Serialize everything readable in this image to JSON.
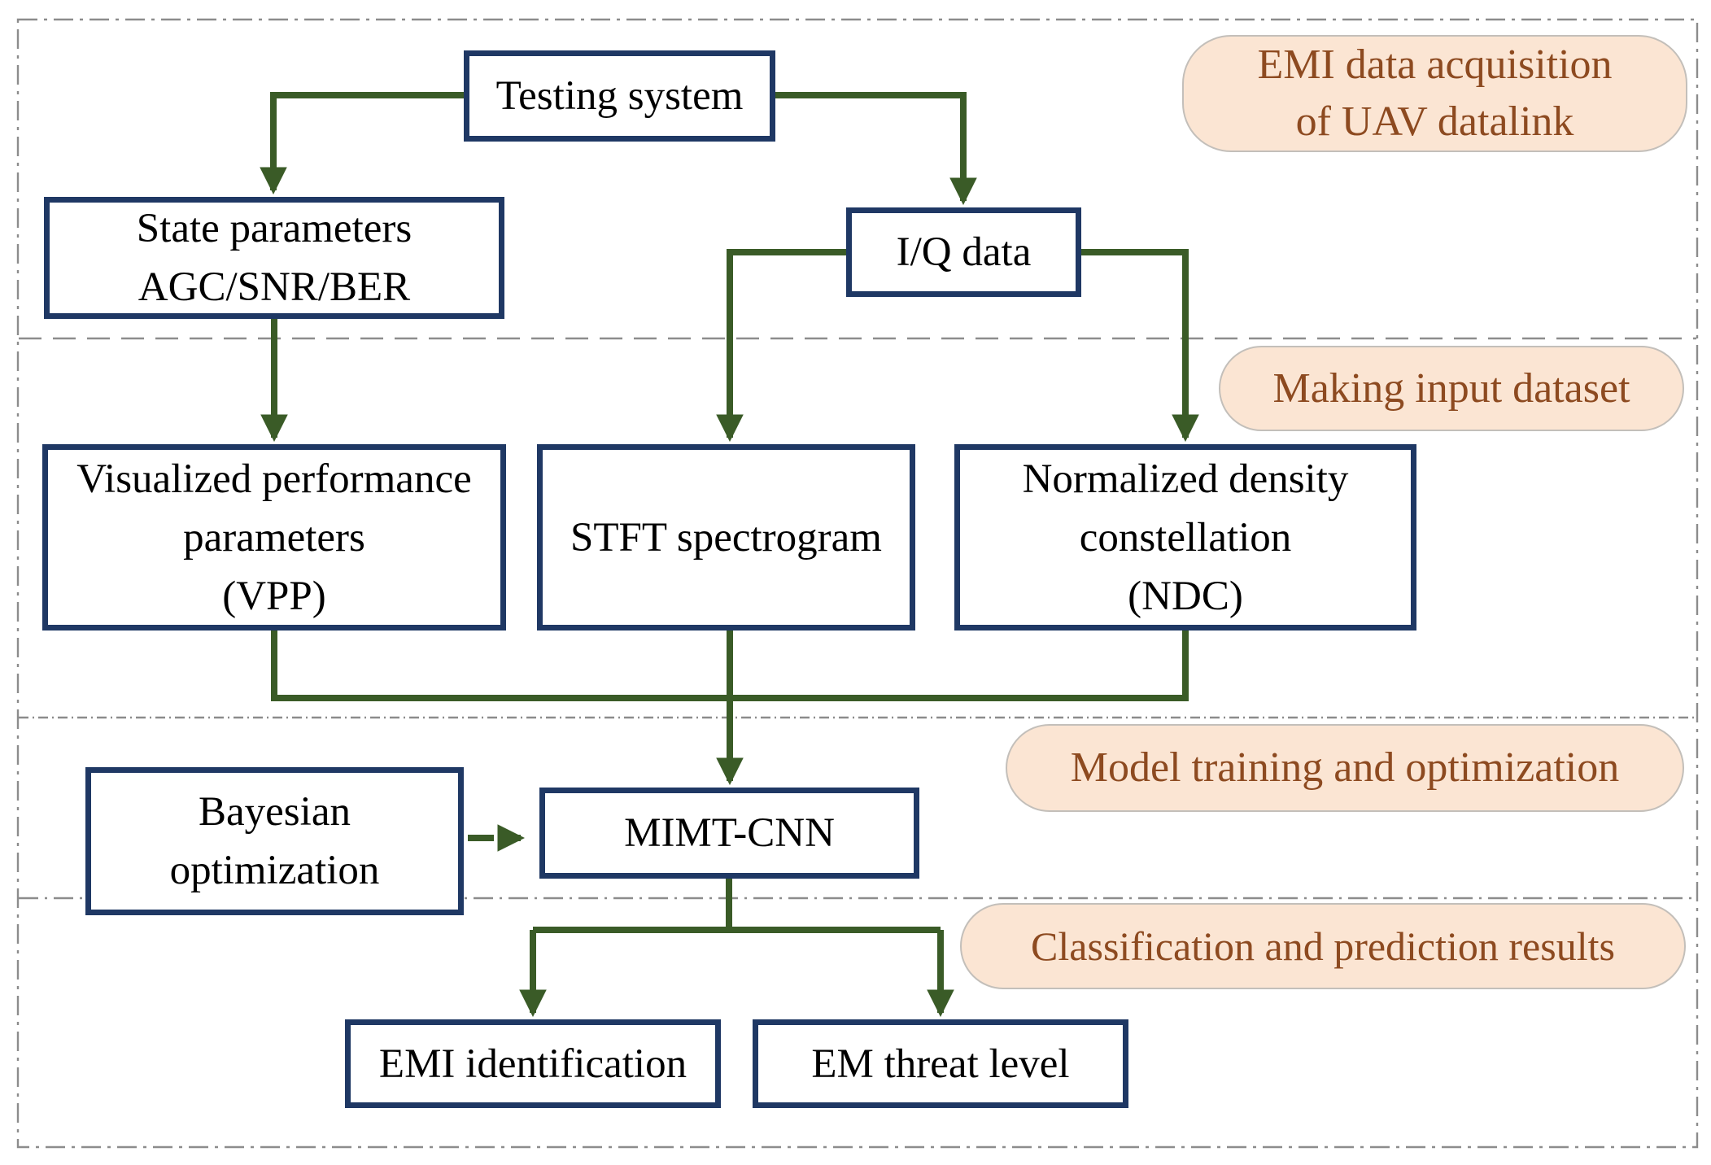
{
  "nodes": {
    "testing_system": {
      "lines": [
        "Testing system"
      ]
    },
    "state_parameters": {
      "lines": [
        "State parameters",
        "AGC/SNR/BER"
      ]
    },
    "iq_data": {
      "lines": [
        "I/Q data"
      ]
    },
    "vpp": {
      "lines": [
        "Visualized performance",
        "parameters",
        "(VPP)"
      ]
    },
    "stft": {
      "lines": [
        "STFT spectrogram"
      ]
    },
    "ndc": {
      "lines": [
        "Normalized density",
        "constellation",
        "(NDC)"
      ]
    },
    "bayesian": {
      "lines": [
        "Bayesian",
        "optimization"
      ]
    },
    "mimt_cnn": {
      "lines": [
        "MIMT-CNN"
      ]
    },
    "emi_identification": {
      "lines": [
        "EMI identification"
      ]
    },
    "em_threat_level": {
      "lines": [
        "EM threat level"
      ]
    }
  },
  "stages": {
    "acquisition": {
      "lines": [
        "EMI data acquisition",
        "of UAV datalink"
      ]
    },
    "dataset": {
      "lines": [
        "Making input dataset"
      ]
    },
    "training": {
      "lines": [
        "Model training and optimization"
      ]
    },
    "results": {
      "lines": [
        "Classification and prediction results"
      ]
    }
  },
  "colors": {
    "box_border": "#1f3864",
    "box_text": "#000000",
    "connector": "#3a5b27",
    "stage_fill": "#fbe5d3",
    "stage_border": "#c3bfba",
    "stage_text": "#8d4a20",
    "divider": "#8c8c8c",
    "canvas_bg": "#ffffff"
  }
}
